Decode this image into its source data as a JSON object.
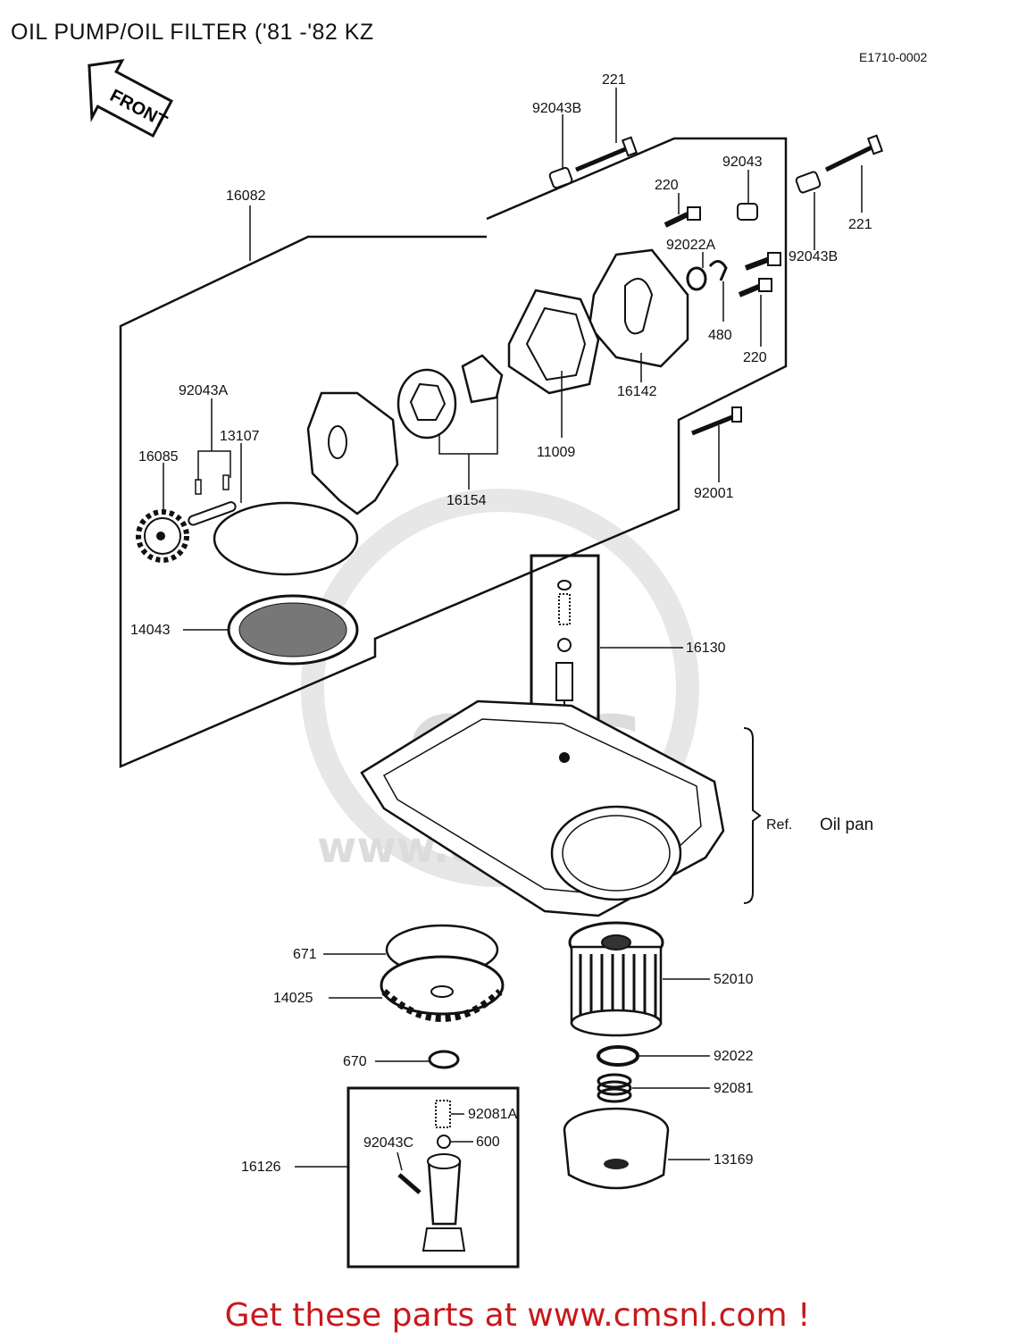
{
  "title": "OIL PUMP/OIL FILTER ('81 -'82 KZ",
  "diagram_code": "E1710-0002",
  "front_arrow_label": "FRONT",
  "footer_link": "Get these parts at www.cmsnl.com !",
  "watermark": {
    "brand": "CMS",
    "url": "www.cmsnl.com"
  },
  "oil_pan_note": {
    "ref": "Ref.",
    "label": "Oil pan"
  },
  "parts": {
    "p221_top": "221",
    "p92043B_top": "92043B",
    "p92043": "92043",
    "p221_right": "221",
    "p16082": "16082",
    "p220_top": "220",
    "p92022A": "92022A",
    "p92043B_right": "92043B",
    "p480": "480",
    "p220_right": "220",
    "p92043A": "92043A",
    "p13107": "13107",
    "p16085": "16085",
    "p16154": "16154",
    "p11009": "11009",
    "p16142": "16142",
    "p92001": "92001",
    "p14043": "14043",
    "p16130": "16130",
    "p671": "671",
    "p14025": "14025",
    "p52010": "52010",
    "p670": "670",
    "p92022": "92022",
    "p92081A": "92081A",
    "p92081": "92081",
    "p92043C": "92043C",
    "p600": "600",
    "p16126": "16126",
    "p13169": "13169"
  }
}
